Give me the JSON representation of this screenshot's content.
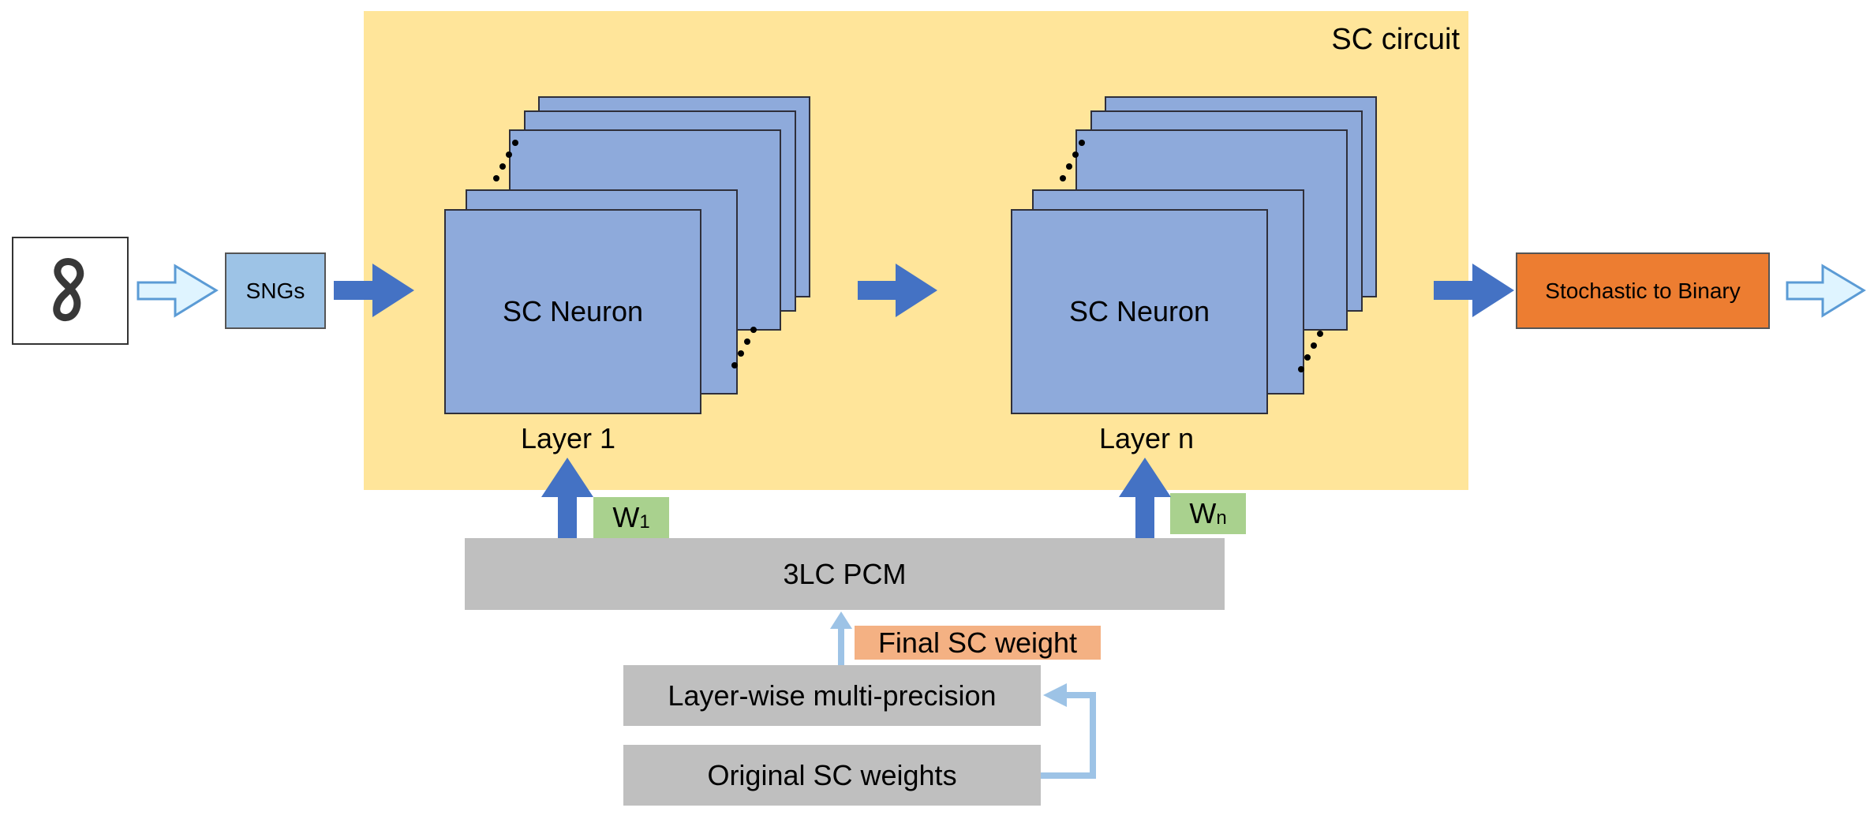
{
  "sc_circuit": {
    "title": "SC circuit"
  },
  "layers": [
    {
      "neuron_label": "SC Neuron",
      "layer_label": "Layer 1",
      "weight_base": "W",
      "weight_sub": "1"
    },
    {
      "neuron_label": "SC Neuron",
      "layer_label": "Layer n",
      "weight_base": "W",
      "weight_sub": "n"
    }
  ],
  "blocks": {
    "sngs": "SNGs",
    "stochastic_to_binary": "Stochastic to Binary",
    "pcm": "3LC PCM",
    "final_weight": "Final SC weight",
    "multi_precision": "Layer-wise multi-precision",
    "original_weights": "Original SC weights"
  },
  "input": {
    "digit": "8"
  },
  "colors": {
    "sc_circuit_bg": "#ffe59a",
    "neuron": "#8eaadb",
    "arrow_dark": "#4472c4",
    "arrow_light": "#9dc3e6",
    "arrow_outline_fill": "#dff4ff",
    "weight_box": "#a9d18e",
    "pcm_box": "#bfbfbf",
    "final_weight_box": "#f4b183",
    "stochastic_to_binary": "#ed7d31",
    "sngs_box": "#9dc3e6"
  }
}
